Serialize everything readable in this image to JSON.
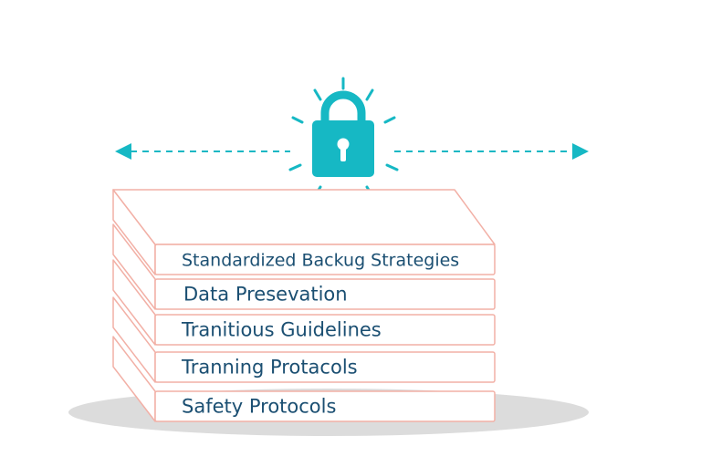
{
  "colors": {
    "accent": "#16b8c4",
    "outline": "#f2b0a6",
    "text": "#1b4f72",
    "shadow": "#dcdcdc"
  },
  "icons": {
    "lock": "padlock-icon",
    "arrow_left": "arrow-left-icon",
    "arrow_right": "arrow-right-icon"
  },
  "layers": [
    {
      "label": "Standardized Backug Strategies"
    },
    {
      "label": "Data Presevation"
    },
    {
      "label": "Tranitious Guidelines"
    },
    {
      "label": "Tranning Protacols"
    },
    {
      "label": "Safety Protocols"
    }
  ]
}
